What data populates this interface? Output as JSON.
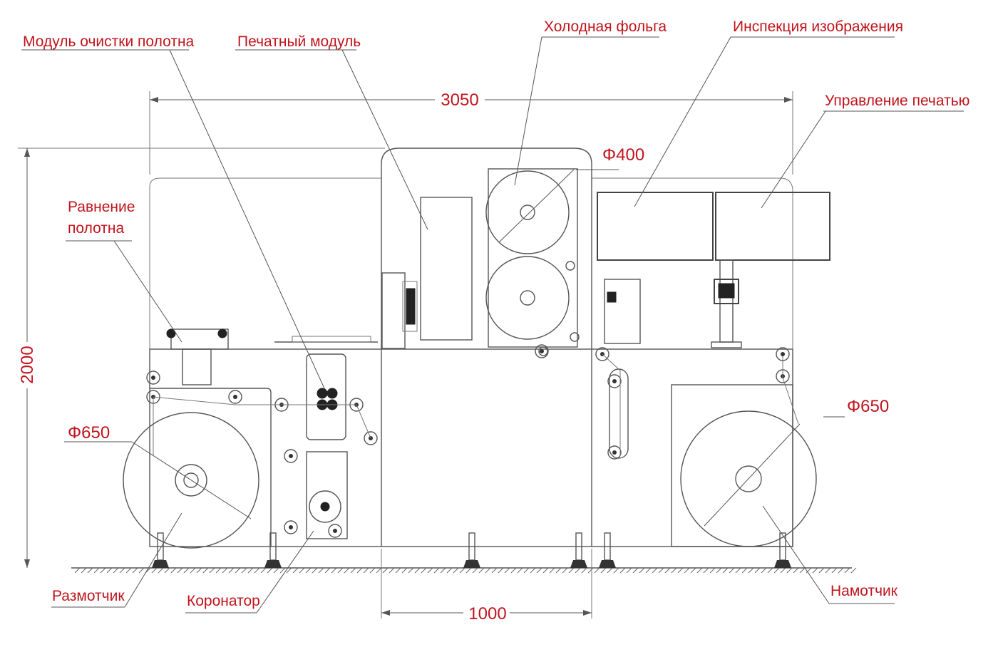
{
  "colors": {
    "label": "#c0141c",
    "line": "#555555",
    "background": "#ffffff"
  },
  "labels": {
    "cleaning": "Модуль очистки полотна",
    "print_module": "Печатный модуль",
    "cold_foil": "Холодная фольга",
    "inspection": "Инспекция изображения",
    "print_control": "Управление печатью",
    "web_guide_1": "Равнение",
    "web_guide_2": "полотна",
    "unwinder": "Размотчик",
    "corona": "Коронатор",
    "rewinder": "Намотчик"
  },
  "dimensions": {
    "total_length": "3050",
    "height": "2000",
    "foil_diameter": "Φ400",
    "unwind_diameter": "Φ650",
    "rewind_diameter": "Φ650",
    "module_width": "1000"
  }
}
